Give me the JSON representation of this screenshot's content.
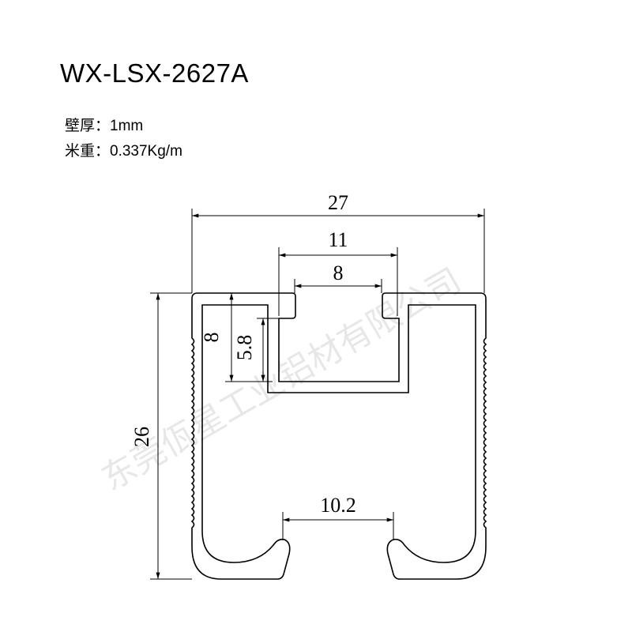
{
  "header": {
    "model": "WX-LSX-2627A",
    "wall_thickness_label": "壁厚：",
    "wall_thickness_value": "1mm",
    "weight_label": "米重：",
    "weight_value": "0.337Kg/m"
  },
  "drawing": {
    "dimensions": {
      "overall_width": "27",
      "slot_outer_width": "11",
      "slot_opening": "8",
      "overall_height": "26",
      "slot_depth": "8",
      "slot_inner_depth": "5.8",
      "bottom_opening": "10.2"
    },
    "watermark": "东莞佤星工业铝材有限公司",
    "line_color": "#000000"
  }
}
